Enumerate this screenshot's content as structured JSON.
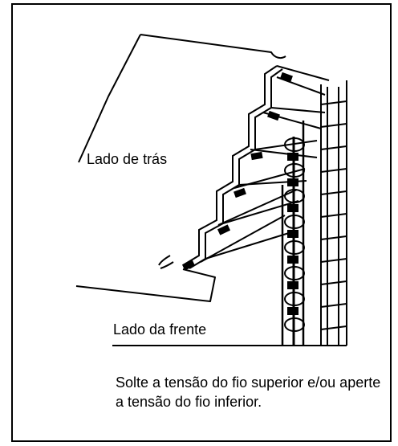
{
  "diagram": {
    "label_back": "Lado de trás",
    "label_front": "Lado da frente"
  },
  "caption": {
    "line1": "Solte a tensão do fio superior e/ou aperte",
    "line2": "a tensão do fio inferior."
  }
}
